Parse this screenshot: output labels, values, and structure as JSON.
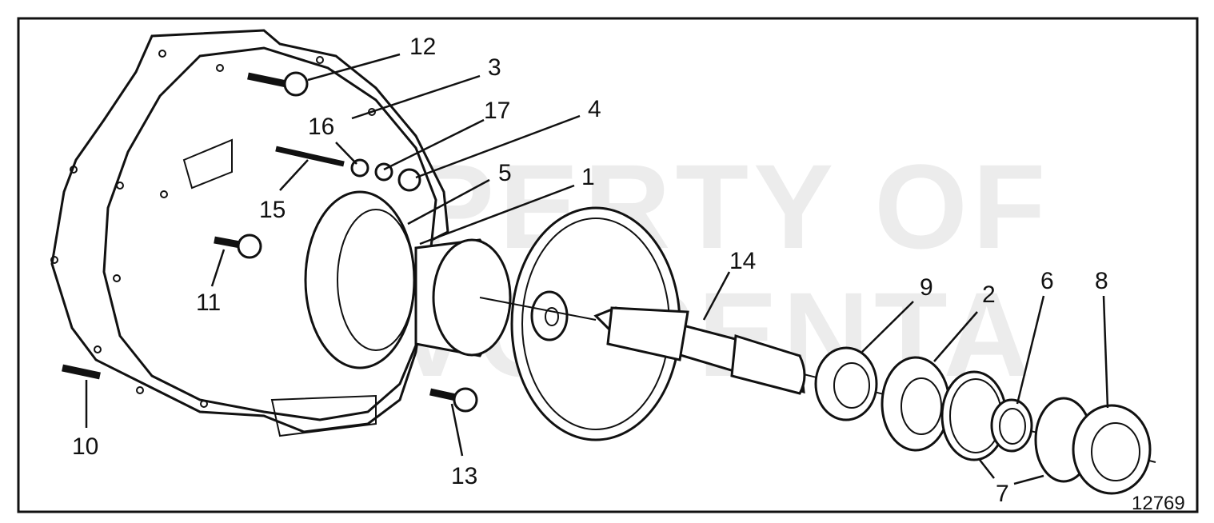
{
  "diagram": {
    "figure_number": "12769",
    "watermark": [
      "PROPERTY OF",
      "VOLVO PENTA"
    ],
    "callouts": [
      "12",
      "3",
      "16",
      "17",
      "4",
      "5",
      "1",
      "15",
      "11",
      "14",
      "9",
      "2",
      "6",
      "8",
      "10",
      "13",
      "7"
    ]
  },
  "colors": {
    "line": "#111111",
    "background": "#ffffff"
  }
}
